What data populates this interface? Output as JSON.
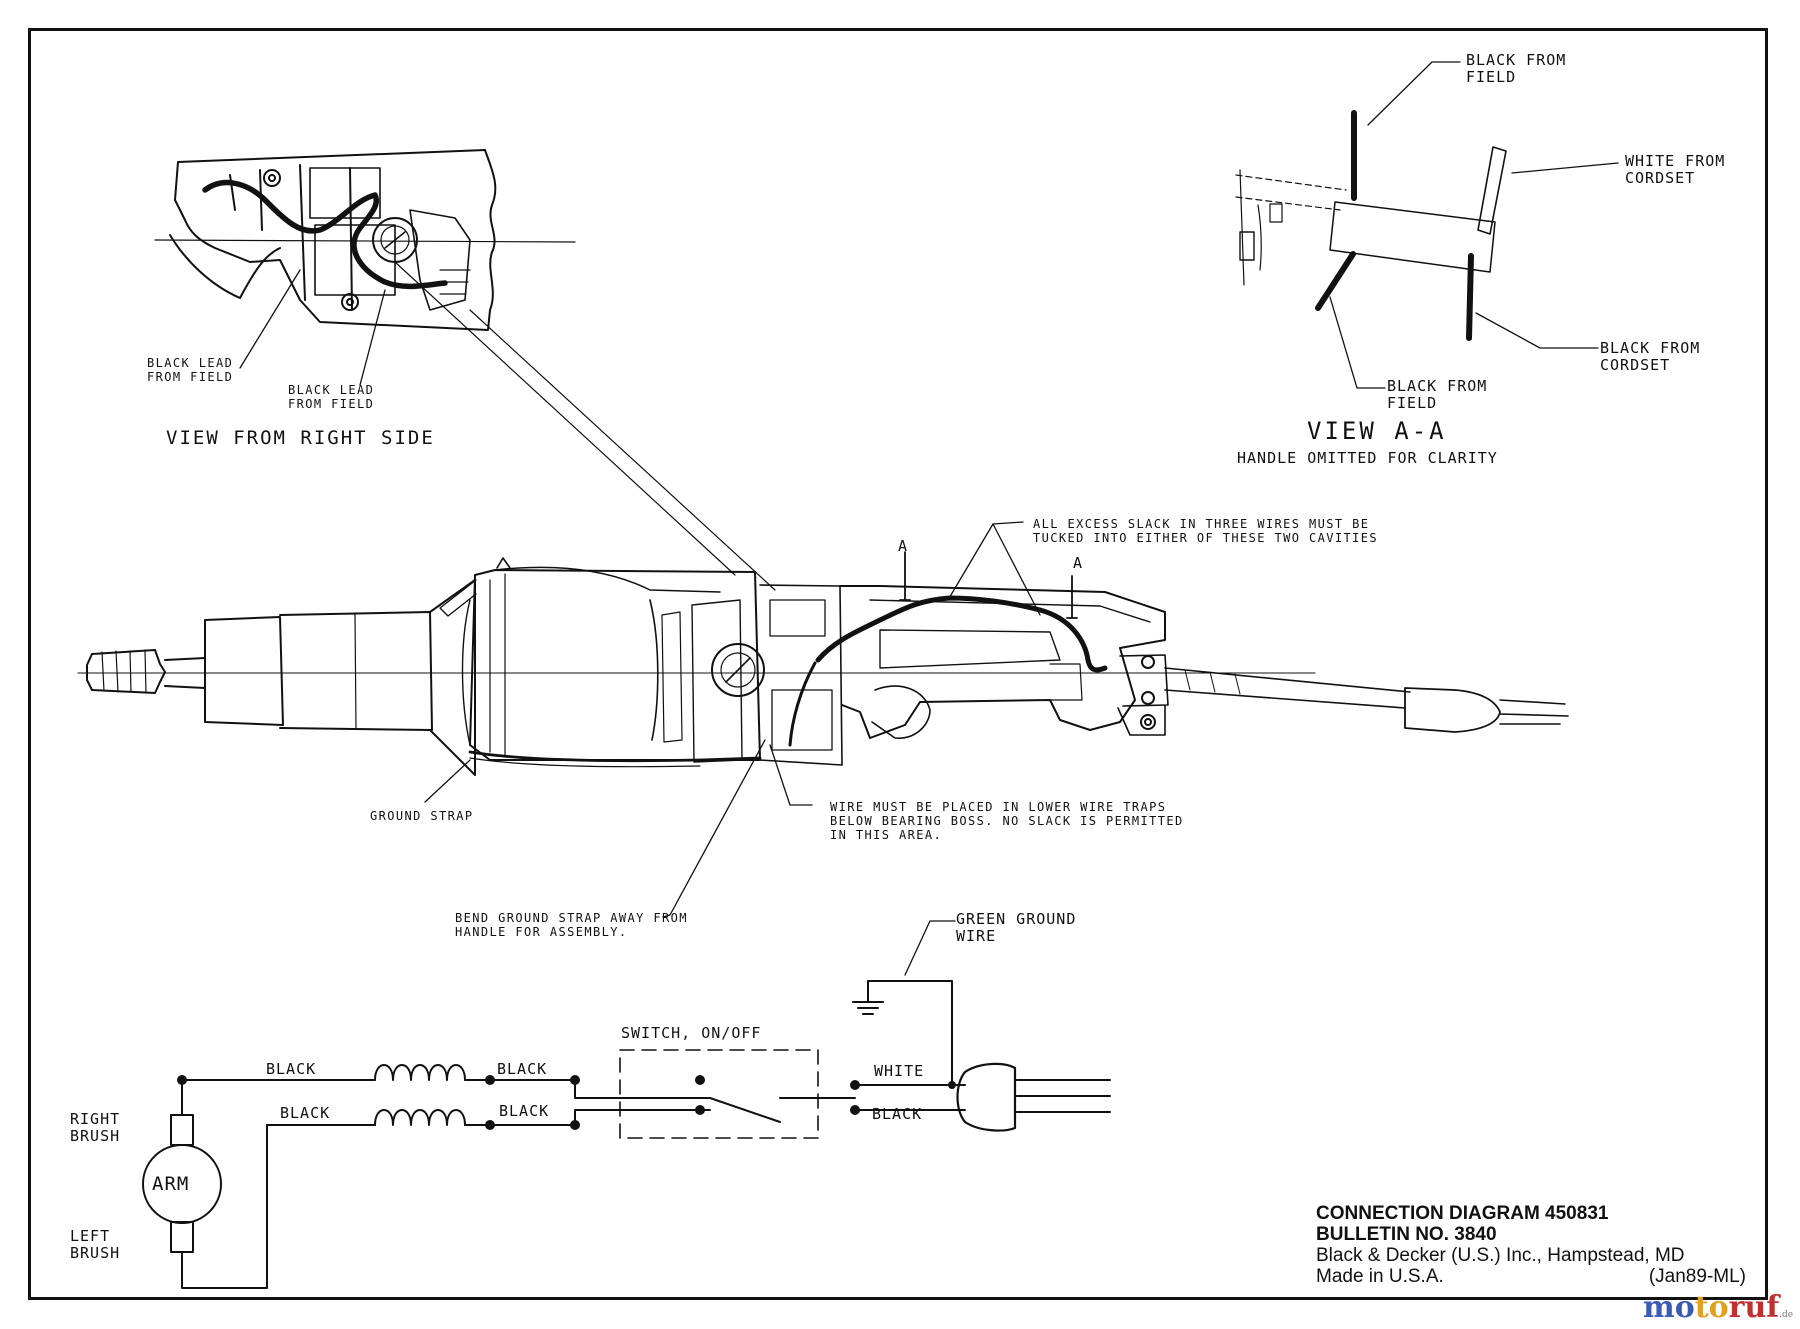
{
  "view_right": {
    "title": "VIEW FROM RIGHT SIDE",
    "lead1": "BLACK LEAD\nFROM FIELD",
    "lead2": "BLACK LEAD\nFROM FIELD"
  },
  "view_aa": {
    "title": "VIEW A-A",
    "subtitle": "HANDLE OMITTED FOR CLARITY",
    "black_from_field_top": "BLACK FROM\nFIELD",
    "white_from_cordset": "WHITE FROM\nCORDSET",
    "black_from_cordset": "BLACK FROM\nCORDSET",
    "black_from_field_bottom": "BLACK FROM\nFIELD"
  },
  "assembly": {
    "slack_note": "ALL EXCESS SLACK IN THREE WIRES MUST BE\nTUCKED INTO EITHER OF THESE TWO CAVITIES",
    "section_a1": "A",
    "section_a2": "A",
    "ground_strap": "GROUND STRAP",
    "wire_note": "WIRE MUST BE PLACED IN LOWER WIRE TRAPS\nBELOW BEARING BOSS. NO SLACK IS PERMITTED\nIN THIS AREA.",
    "bend_note": "BEND GROUND STRAP AWAY FROM\nHANDLE FOR ASSEMBLY."
  },
  "schematic": {
    "green_ground": "GREEN GROUND\nWIRE",
    "switch": "SWITCH, ON/OFF",
    "black_top_left": "BLACK",
    "black_top_mid": "BLACK",
    "black_bot_left": "BLACK",
    "black_bot_mid": "BLACK",
    "white": "WHITE",
    "black_right": "BLACK",
    "right_brush": "RIGHT\nBRUSH",
    "left_brush": "LEFT\nBRUSH",
    "arm": "ARM"
  },
  "title_block": {
    "line1": "CONNECTION DIAGRAM 450831",
    "line2": "BULLETIN NO. 3840",
    "line3": "Black & Decker (U.S.) Inc., Hampstead, MD",
    "line4_left": "Made in U.S.A.",
    "line4_right": "(Jan89-ML)"
  },
  "watermark": {
    "p1": "mo",
    "p2": "to",
    "p3": "ruf",
    "suffix": ".de"
  }
}
